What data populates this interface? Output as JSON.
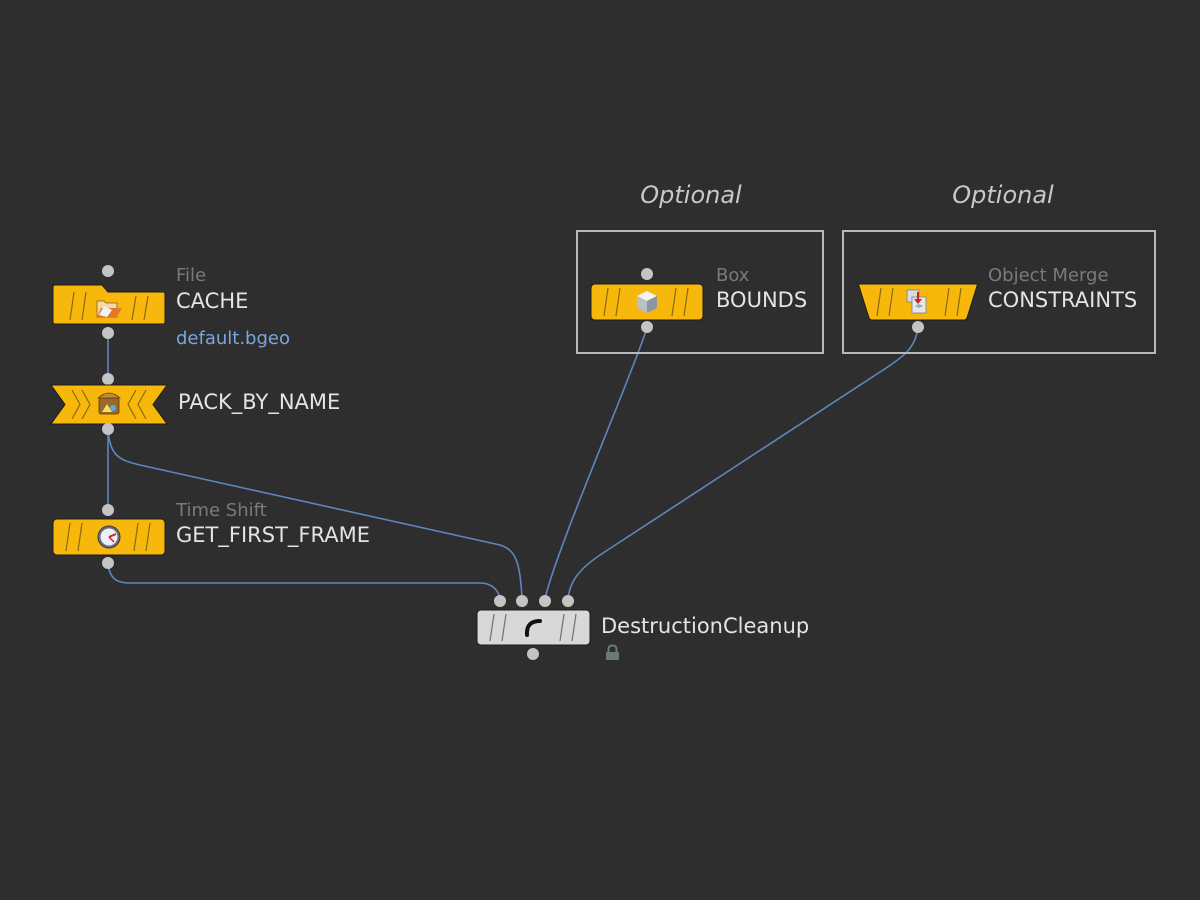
{
  "network_boxes": [
    {
      "title": "Optional"
    },
    {
      "title": "Optional"
    }
  ],
  "nodes": {
    "cache": {
      "type": "File",
      "name": "CACHE",
      "param": "default.bgeo",
      "icon": "folder-icon",
      "color": "#f7b80b"
    },
    "pack": {
      "name": "PACK_BY_NAME",
      "icon": "treasure-chest-icon",
      "color": "#f7b80b"
    },
    "timeshift": {
      "type": "Time Shift",
      "name": "GET_FIRST_FRAME",
      "icon": "stopwatch-icon",
      "color": "#f7b80b"
    },
    "bounds": {
      "type": "Box",
      "name": "BOUNDS",
      "icon": "cube-icon",
      "color": "#f7b80b"
    },
    "constraints": {
      "type": "Object Merge",
      "name": "CONSTRAINTS",
      "icon": "object-merge-icon",
      "color": "#f7b80b"
    },
    "cleanup": {
      "name": "DestructionCleanup",
      "icon": "hda-icon",
      "color": "#d8d8d8",
      "locked": true
    }
  },
  "colors": {
    "background": "#2e2e2e",
    "wire": "#5d86bd",
    "connector": "#c4c4c4"
  }
}
